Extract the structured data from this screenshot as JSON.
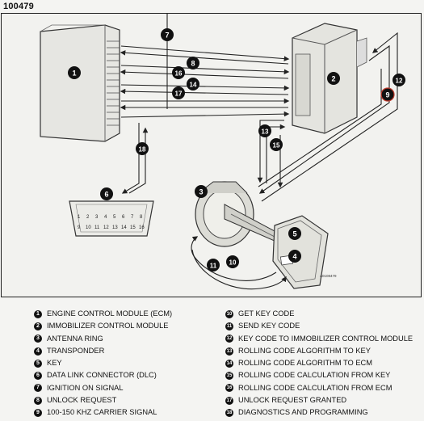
{
  "figure_id": "100479",
  "drawing_ref": "A0108479",
  "callouts": [
    "1",
    "2",
    "3",
    "4",
    "5",
    "6",
    "7",
    "8",
    "9",
    "10",
    "11",
    "12",
    "13",
    "14",
    "15",
    "16",
    "17",
    "18"
  ],
  "connector_pins": {
    "top": [
      "1",
      "2",
      "3",
      "4",
      "5",
      "6",
      "7",
      "8"
    ],
    "bottom": [
      "9",
      "10",
      "11",
      "12",
      "13",
      "14",
      "15",
      "16"
    ]
  },
  "legend": [
    {
      "num": "1",
      "label": "ENGINE CONTROL MODULE (ECM)"
    },
    {
      "num": "2",
      "label": "IMMOBILIZER CONTROL MODULE"
    },
    {
      "num": "3",
      "label": "ANTENNA RING"
    },
    {
      "num": "4",
      "label": "TRANSPONDER"
    },
    {
      "num": "5",
      "label": "KEY"
    },
    {
      "num": "6",
      "label": "DATA LINK CONNECTOR (DLC)"
    },
    {
      "num": "7",
      "label": "IGNITION ON SIGNAL"
    },
    {
      "num": "8",
      "label": "UNLOCK REQUEST"
    },
    {
      "num": "9",
      "label": "100-150 KHZ CARRIER SIGNAL"
    },
    {
      "num": "10",
      "label": "GET KEY CODE"
    },
    {
      "num": "11",
      "label": "SEND KEY CODE"
    },
    {
      "num": "12",
      "label": "KEY CODE TO IMMOBILIZER CONTROL MODULE"
    },
    {
      "num": "13",
      "label": "ROLLING CODE ALGORITHM TO KEY"
    },
    {
      "num": "14",
      "label": "ROLLING CODE ALGORITHM TO ECM"
    },
    {
      "num": "15",
      "label": "ROLLING CODE CALCULATION FROM KEY"
    },
    {
      "num": "16",
      "label": "ROLLING CODE CALCULATION FROM ECM"
    },
    {
      "num": "17",
      "label": "UNLOCK REQUEST GRANTED"
    },
    {
      "num": "18",
      "label": "DIAGNOSTICS AND PROGRAMMING"
    }
  ]
}
